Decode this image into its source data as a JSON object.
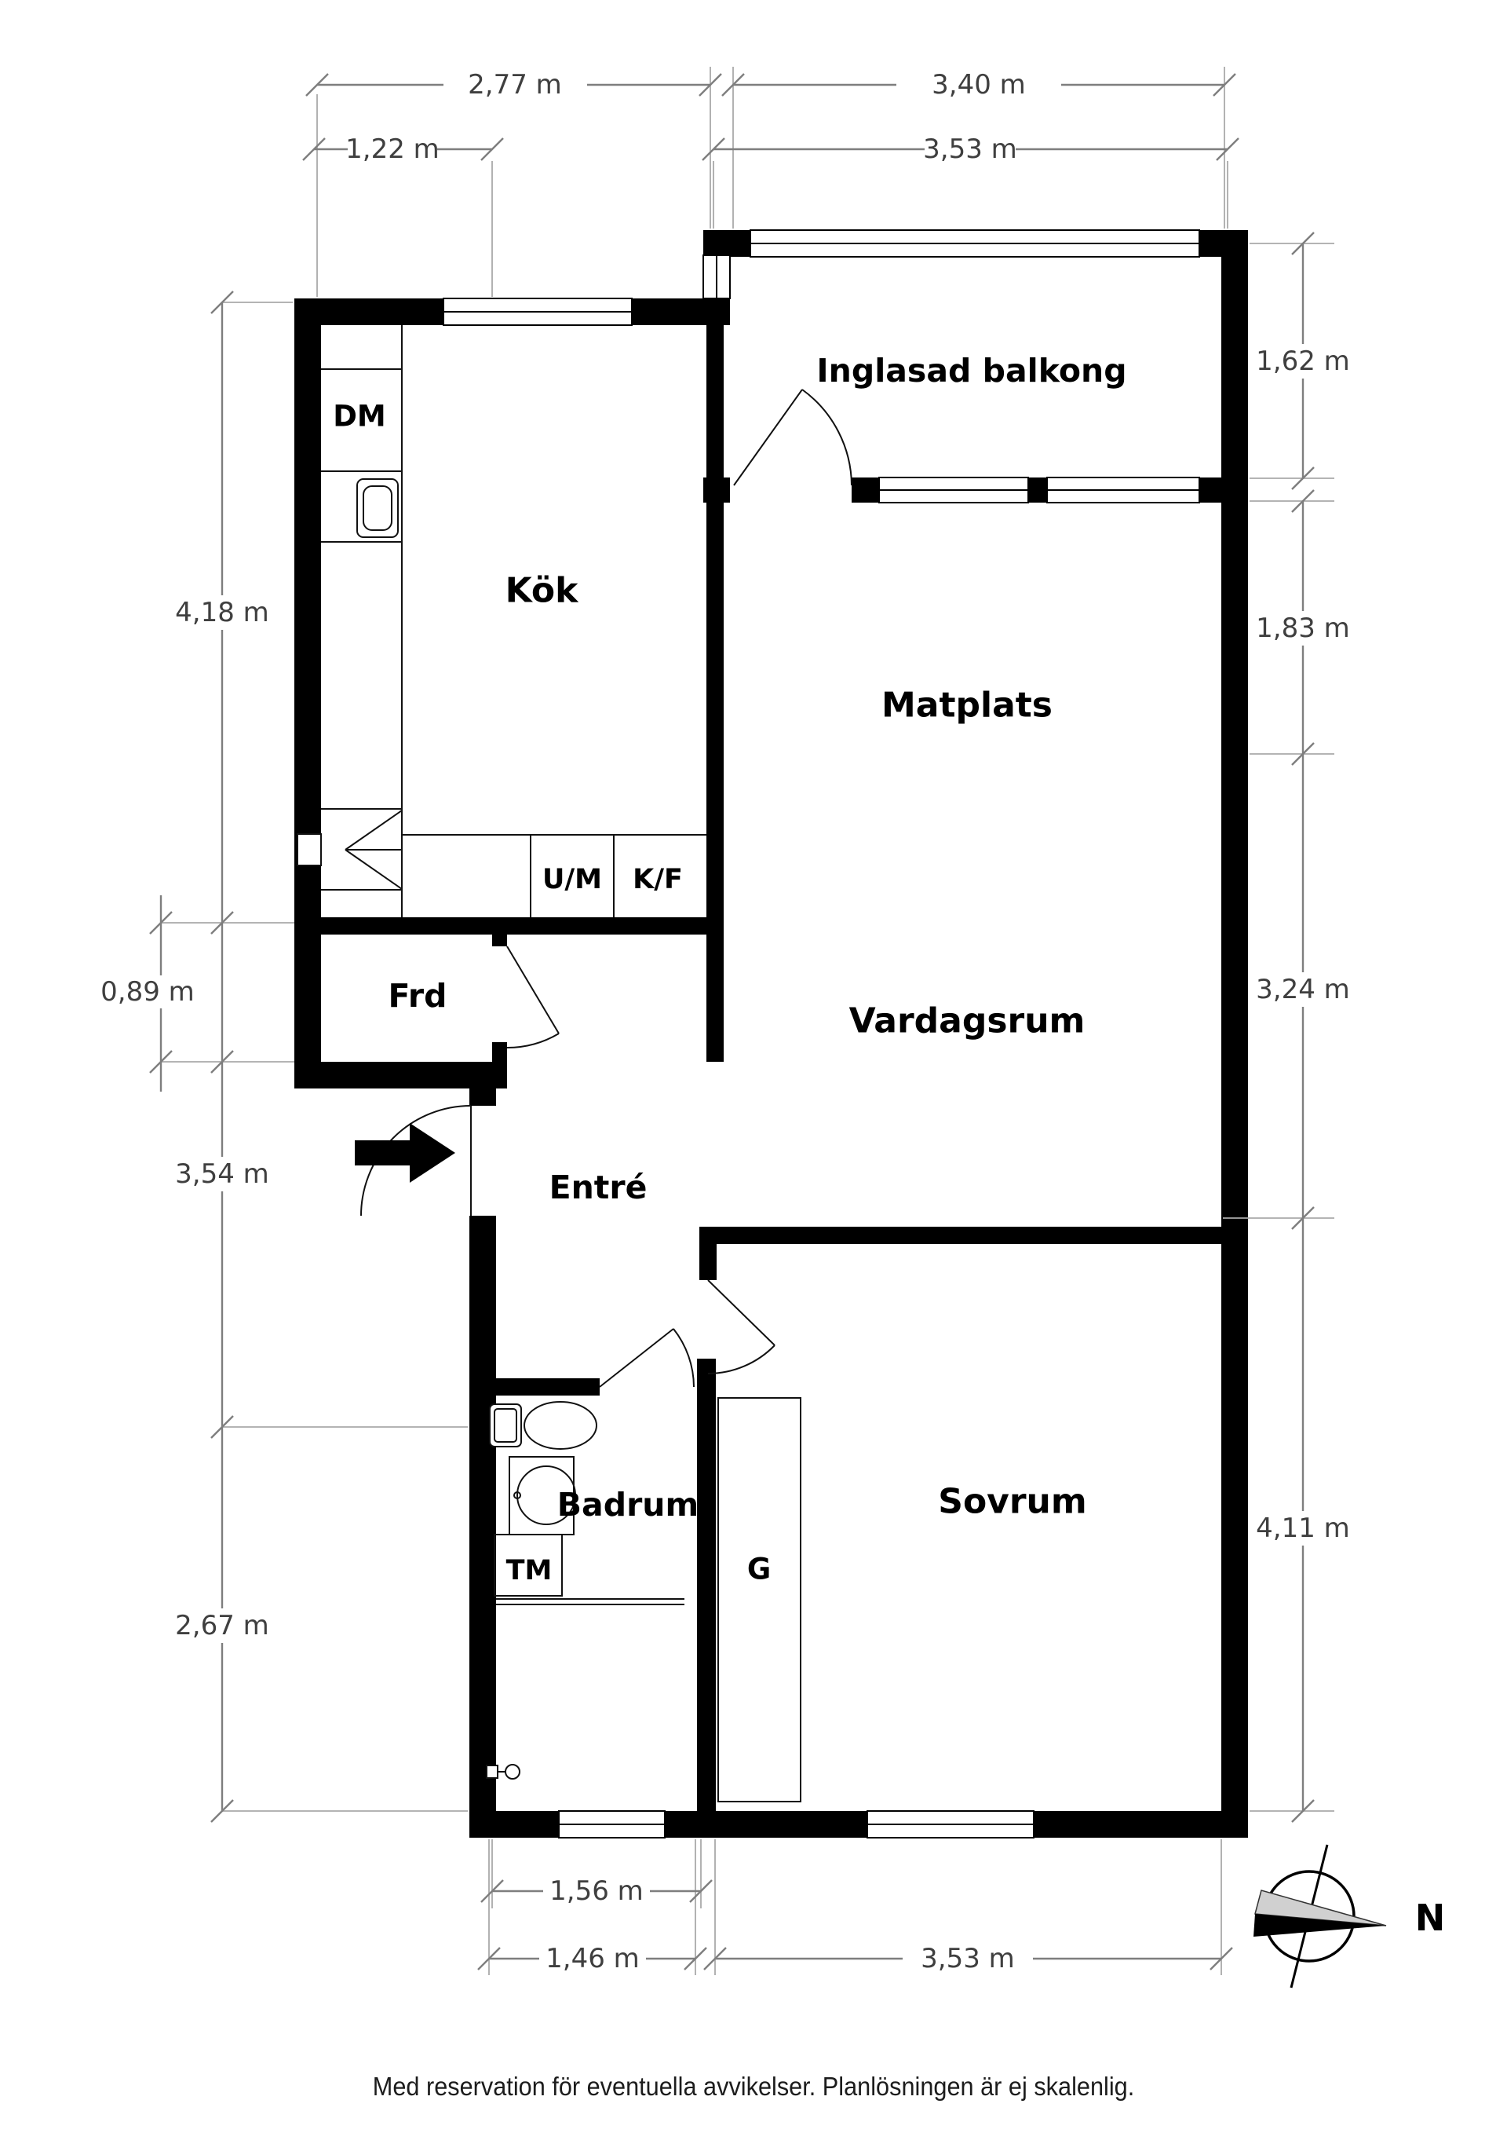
{
  "plan": {
    "rooms": {
      "balcony": "Inglasad balkong",
      "kitchen": "Kök",
      "dining": "Matplats",
      "living": "Vardagsrum",
      "storage": "Frd",
      "entry": "Entré",
      "bathroom": "Badrum",
      "bedroom": "Sovrum"
    },
    "fixtures": {
      "dishwasher": "DM",
      "oven_micro": "U/M",
      "fridge_freezer": "K/F",
      "washing_machine": "TM",
      "wardrobe": "G"
    },
    "dimensions": {
      "top_outer": [
        "2,77 m",
        "3,40 m"
      ],
      "top_inner": [
        "1,22 m",
        "3,53 m"
      ],
      "left_outer": [
        "4,18 m",
        "3,54 m",
        "2,67 m"
      ],
      "left_inner": [
        "0,89 m"
      ],
      "right": [
        "1,62 m",
        "1,83 m",
        "3,24 m",
        "4,11 m"
      ],
      "bottom_inner": [
        "1,56 m"
      ],
      "bottom_outer": [
        "1,46 m",
        "3,53 m"
      ]
    },
    "compass": {
      "north_label": "N"
    },
    "footer": "Med reservation för eventuella avvikelser. Planlösningen är ej skalenlig.",
    "colors": {
      "wall": "#000000",
      "dim_line": "#7e7e7e",
      "needle_gray": "#d0d0d0"
    }
  }
}
